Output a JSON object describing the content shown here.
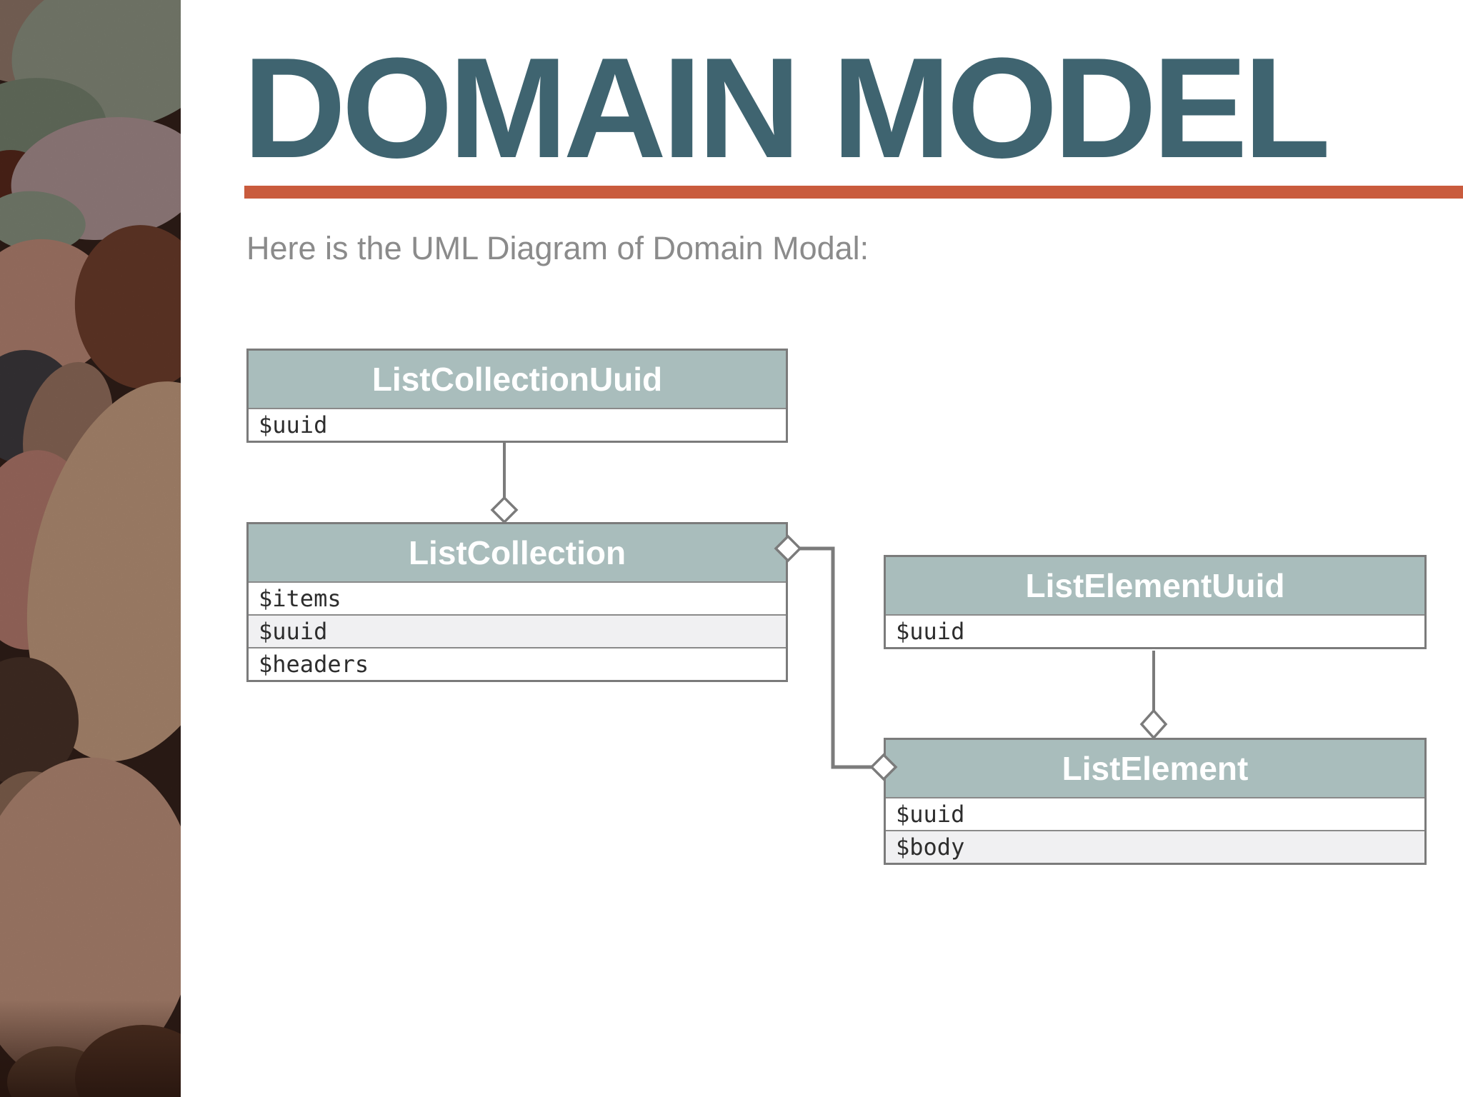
{
  "slide": {
    "title": "DOMAIN MODEL",
    "subtitle": "Here is the UML Diagram of Domain Modal:"
  },
  "theme": {
    "accent": "#c95b3d",
    "title_color": "#3f6470",
    "subtitle_color": "#8b8b8b",
    "class_header_bg": "#a9bdbc",
    "class_header_text": "#ffffff",
    "class_alt_row_bg": "#f0f0f2",
    "diagram_line_color": "#7b7b7b"
  },
  "decor": {
    "left_image": "photo strip of stacked beach pebbles"
  },
  "uml": {
    "classes": [
      {
        "name": "ListCollectionUuid",
        "attributes": [
          "$uuid"
        ]
      },
      {
        "name": "ListCollection",
        "attributes": [
          "$items",
          "$uuid",
          "$headers"
        ]
      },
      {
        "name": "ListElementUuid",
        "attributes": [
          "$uuid"
        ]
      },
      {
        "name": "ListElement",
        "attributes": [
          "$uuid",
          "$body"
        ]
      }
    ],
    "relations": [
      {
        "from": "ListCollectionUuid",
        "to": "ListCollection",
        "type": "aggregation"
      },
      {
        "from": "ListCollection",
        "to": "ListElement",
        "type": "aggregation"
      },
      {
        "from": "ListElementUuid",
        "to": "ListElement",
        "type": "aggregation"
      }
    ]
  }
}
